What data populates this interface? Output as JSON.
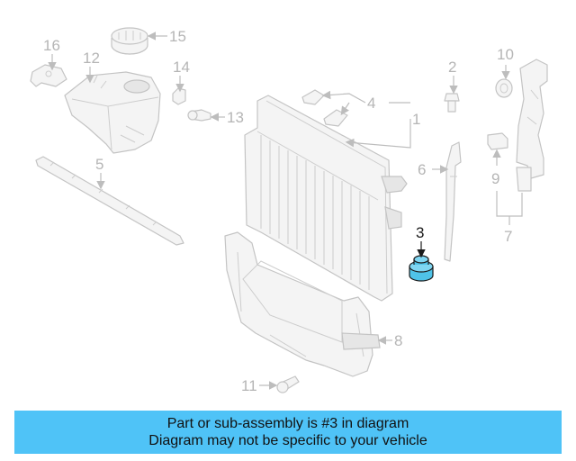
{
  "callouts": {
    "c1": "1",
    "c2": "2",
    "c3": "3",
    "c4": "4",
    "c5": "5",
    "c6": "6",
    "c7": "7",
    "c8": "8",
    "c9": "9",
    "c10": "10",
    "c11": "11",
    "c12": "12",
    "c13": "13",
    "c14": "14",
    "c15": "15",
    "c16": "16"
  },
  "highlighted_part": "3",
  "colors": {
    "highlight": "#4fc3e8",
    "banner": "#4fc3f7",
    "inactive_line": "#c4c4c4"
  },
  "banner": {
    "line1": "Part or sub-assembly is #3 in diagram",
    "line2": "Diagram may not be specific to your vehicle"
  }
}
